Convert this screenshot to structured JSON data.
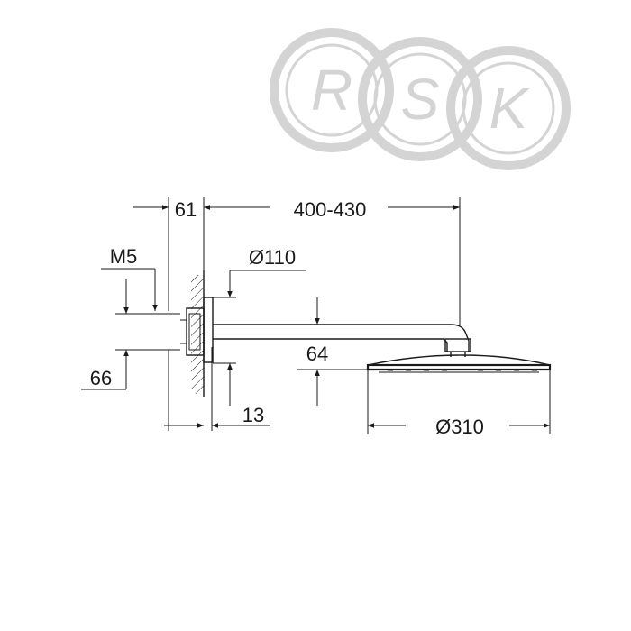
{
  "watermark": {
    "letters": [
      "R",
      "S",
      "K"
    ]
  },
  "dimensions": {
    "d61": "61",
    "d400_430": "400-430",
    "m5": "M5",
    "d110": "Ø110",
    "d64": "64",
    "d66": "66",
    "d13": "13",
    "d310": "Ø310"
  },
  "colors": {
    "line": "#1a1a1a",
    "watermark": "#d4d4d4"
  }
}
